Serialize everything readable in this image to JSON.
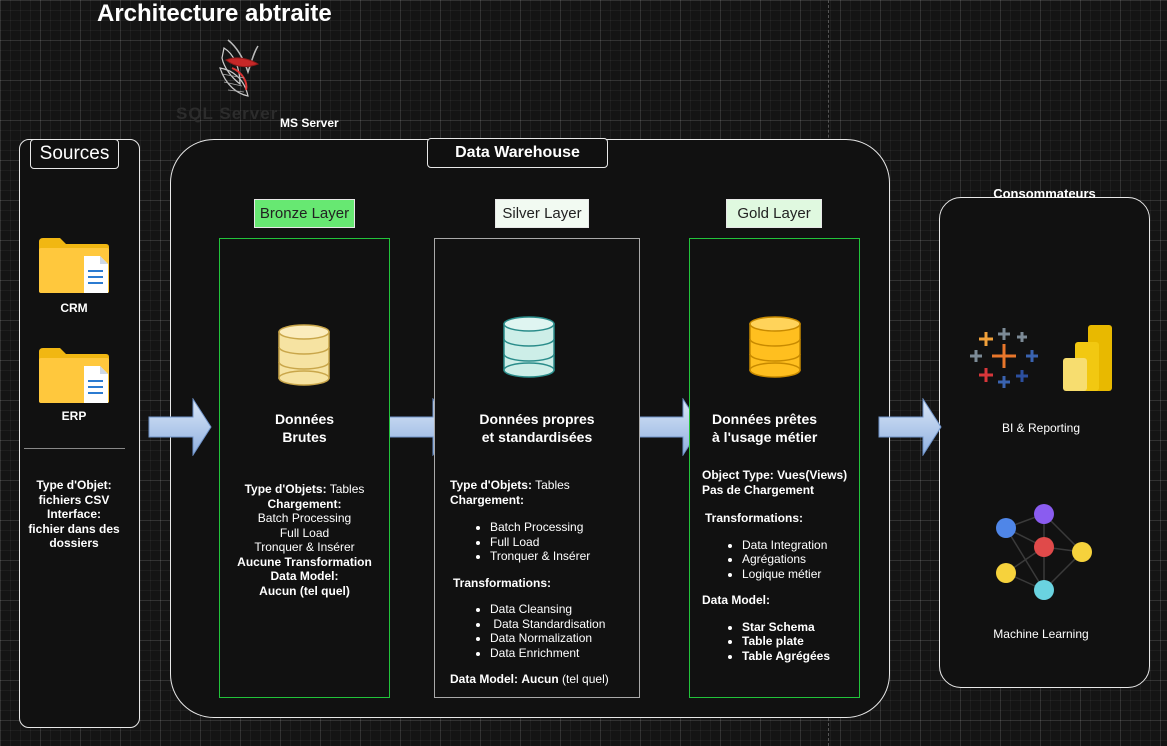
{
  "title": "Architecture abtraite",
  "ms_server": "MS Server",
  "ms_ghost": "SQL Server",
  "sources": {
    "label": "Sources",
    "items": [
      {
        "label": "CRM",
        "icon": "folder-document-icon"
      },
      {
        "label": "ERP",
        "icon": "folder-document-icon"
      }
    ],
    "details": {
      "type_label": "Type d'Objet:",
      "type_value": "fichiers CSV",
      "interface_label": "Interface:",
      "interface_value": "fichier dans des dossiers"
    }
  },
  "data_warehouse": {
    "label": "Data Warehouse"
  },
  "bronze": {
    "tag": "Bronze Layer",
    "title_line1": "Données",
    "title_line2": "Brutes",
    "type_label": "Type d'Objets:",
    "type_value": " Tables",
    "chargement_label": "Chargement:",
    "chargement_items": [
      "Batch Processing",
      "Full Load",
      "Tronquer & Insérer"
    ],
    "transformation": "Aucune Transformation",
    "data_model_label": "Data Model:",
    "data_model_value": "Aucun (tel quel)"
  },
  "silver": {
    "tag": "Silver Layer",
    "title_line1": "Données propres",
    "title_line2": "et standardisées",
    "type_label": "Type d'Objets:",
    "type_value": " Tables",
    "chargement_label": "Chargement:",
    "chargement_items": [
      "Batch Processing",
      "Full Load",
      "Tronquer & Insérer"
    ],
    "transformations_label": "Transformations:",
    "transformations_items": [
      "Data Cleansing",
      " Data Standardisation",
      "Data Normalization",
      "Data Enrichment"
    ],
    "data_model_label": "Data Model:",
    "data_model_value": "Aucun",
    "data_model_note": " (tel quel)"
  },
  "gold": {
    "tag": "Gold Layer",
    "title_line1": "Données prêtes",
    "title_line2": "à l'usage métier",
    "object_type": "Object Type: Vues(Views)",
    "chargement": "Pas de  Chargement",
    "transformations_label": "Transformations:",
    "transformations_items": [
      "Data Integration",
      "Agrégations",
      "Logique métier"
    ],
    "data_model_label": "Data Model:",
    "data_model_items": [
      "Star Schema",
      "Table plate",
      "Table Agrégées"
    ]
  },
  "consumers": {
    "label": "Consommateurs",
    "bi": "BI & Reporting",
    "ml": "Machine Learning"
  },
  "colors": {
    "bronze_db": "#f6e3a2",
    "silver_db": "#cdeee8",
    "gold_db": "#ffbf1f",
    "layer_border": "#22c33b",
    "arrow": "#a9c4ea"
  }
}
